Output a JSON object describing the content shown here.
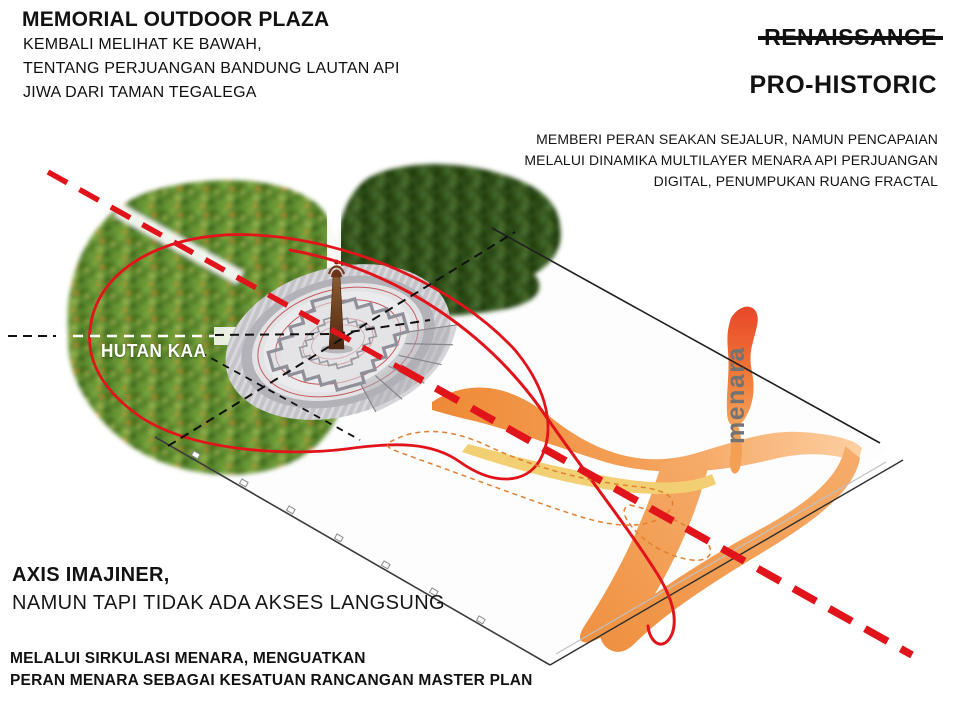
{
  "slide": {
    "title": "MEMORIAL OUTDOOR PLAZA",
    "subtitle_lines": [
      "KEMBALI MELIHAT KE BAWAH,",
      "TENTANG PERJUANGAN BANDUNG LAUTAN API",
      "JIWA DARI TAMAN TEGALEGA"
    ],
    "concept": {
      "rejected": "RENAISSANCE",
      "selected": "PRO-HISTORIC"
    },
    "right_note_lines": [
      "MEMBERI PERAN SEAKAN SEJALUR, NAMUN PENCAPAIAN",
      "MELALUI DINAMIKA MULTILAYER MENARA API PERJUANGAN",
      "DIGITAL, PENUMPUKAN RUANG FRACTAL"
    ],
    "axis": {
      "heading": "AXIS IMAJINER,",
      "subheading": "NAMUN TAPI TIDAK ADA AKSES LANGSUNG"
    },
    "bottom_note_lines": [
      "MELALUI SIRKULASI MENARA, MENGUATKAN",
      "PERAN MENARA SEBAGAI KESATUAN RANCANGAN MASTER PLAN"
    ]
  },
  "diagram": {
    "forest_label": "HUTAN KAA",
    "tower_label": "menara",
    "colors": {
      "axis_red": "#e1141b",
      "flame_orange": "#f2953f",
      "flame_red": "#e8472a",
      "accent_yellow": "#f3cf73",
      "forest_green": "#5e8c33",
      "dark_tree_green": "#32511d",
      "plaza_gray": "#c3c3c8",
      "ring_red": "#c4595f",
      "monument_brown": "#7a4526",
      "tower_label_gray": "#737373",
      "site_edge_black": "#222222"
    }
  }
}
